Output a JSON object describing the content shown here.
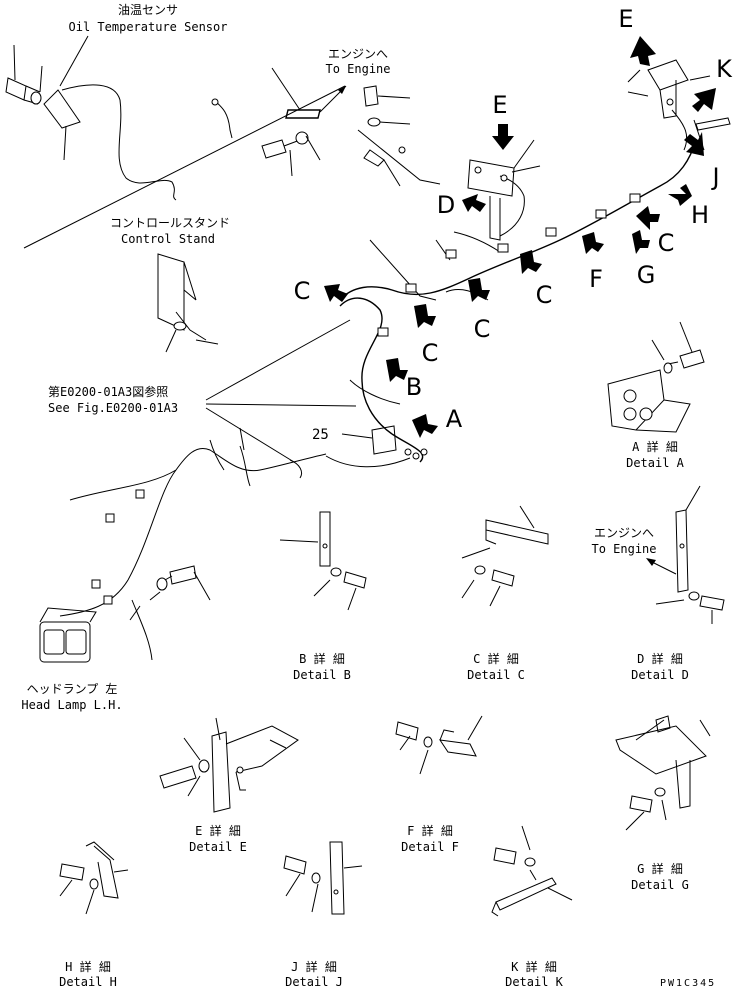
{
  "labels": {
    "oil_sensor_jp": "油温センサ",
    "oil_sensor_en": "Oil Temperature Sensor",
    "to_engine_jp": "エンジンへ",
    "to_engine_en": "To Engine",
    "control_stand_jp": "コントロールスタンド",
    "control_stand_en": "Control Stand",
    "see_fig_jp": "第E0200-01A3図参照",
    "see_fig_en": "See Fig.E0200-01A3",
    "part_25": "25",
    "head_lamp_jp": "ヘッドランプ 左",
    "head_lamp_en": "Head Lamp L.H.",
    "drawing_code": "PW1C345"
  },
  "callouts": [
    "E",
    "K",
    "E",
    "J",
    "D",
    "H",
    "C",
    "C",
    "G",
    "F",
    "C",
    "C",
    "C",
    "B",
    "A"
  ],
  "details": [
    {
      "jp": "A 詳 細",
      "en": "Detail A"
    },
    {
      "jp": "B 詳 細",
      "en": "Detail B"
    },
    {
      "jp": "C 詳 細",
      "en": "Detail C"
    },
    {
      "jp": "D 詳 細",
      "en": "Detail D"
    },
    {
      "jp": "E 詳 細",
      "en": "Detail E"
    },
    {
      "jp": "F 詳 細",
      "en": "Detail F"
    },
    {
      "jp": "G 詳 細",
      "en": "Detail G"
    },
    {
      "jp": "H 詳 細",
      "en": "Detail H"
    },
    {
      "jp": "J 詳 細",
      "en": "Detail J"
    },
    {
      "jp": "K 詳 細",
      "en": "Detail K"
    }
  ],
  "detail_d_to_engine_jp": "エンジンへ",
  "detail_d_to_engine_en": "To Engine"
}
